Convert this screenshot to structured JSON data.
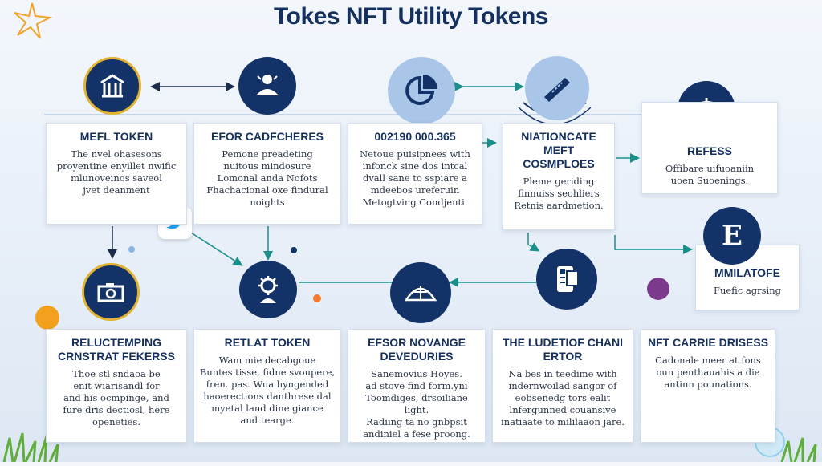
{
  "title": "Tokes NFT Utility Tokens",
  "colors": {
    "navy": "#133368",
    "gold": "#e0b431",
    "teal": "#1a8f8a",
    "accent_orange": "#f3a01f"
  },
  "top_row": [
    {
      "icon": "building-icon",
      "heading": "MEFL TOKEN",
      "lines": [
        "The nvel ohasesons",
        "proyentine enyillet nwific",
        "mlunoveinos saveol",
        "jvet deanment"
      ]
    },
    {
      "icon": "person-icon",
      "heading": "EFOR CADFCHERES",
      "lines": [
        "Pemone preadeting",
        "nuitous mindosure",
        "Lomonal anda Nofots",
        "Fhachacional oxe findural",
        "noights"
      ]
    },
    {
      "icon": "pie-chart-icon",
      "heading": "002190 000.365",
      "lines": [
        "Netoue puisipnees with",
        "infonck sine dos intcal",
        "dvall sane to sspiare a",
        "mdeebos ureferuin",
        "Metogtving Condjenti."
      ]
    },
    {
      "icon": "ticket-icon",
      "heading": "NIATIONCATE MEFT COSMPLOES",
      "lines": [
        "Pleme geriding",
        "finnuiss seohliers",
        "Retnis aardmetion."
      ]
    },
    {
      "icon": "dollar-icon",
      "heading": "REFESS",
      "lines": [
        "Offibare uifuoaniin",
        "uoen Suoenings."
      ]
    }
  ],
  "side_card": {
    "icon": "letter-e-icon",
    "heading": "MMILATOFE",
    "lines": [
      "Fuefic agrsing"
    ]
  },
  "bottom_row": [
    {
      "icon": "camera-icon",
      "heading": "RELUCTEMPING CRNSTRAT FEKERSS",
      "lines": [
        "Thoe stl sndaoa be",
        "enit wiarisandl for",
        "and his ocmpinge, and",
        "fure dris dectiosl, here",
        "openeties."
      ]
    },
    {
      "icon": "gear-person-icon",
      "heading": "RETLAT TOKEN",
      "lines": [
        "Wam mie decabgoue",
        "Buntes tisse, fidne svoupere,",
        "fren. pas. Wua hyngended",
        "haoerections danthrese dal",
        "myetal land dine giance",
        "and tearge."
      ]
    },
    {
      "icon": "network-icon",
      "heading": "EFSOR NOVANGE DEVEDURIES",
      "lines": [
        "Sanemovius Hoyes.",
        "ad stove find form.yni",
        "Toomdiges, drsoiliane light.",
        "Radiing ta no gnbpsit",
        "andiniel a fese proong."
      ]
    },
    {
      "icon": "device-icon",
      "heading": "THE LUDETIOF CHANI ERTOR",
      "lines": [
        "Na bes in teedime with",
        "indernwoilad sangor of",
        "eobsenedg tors ealit",
        "lnfergunned couansive",
        "inatiaate to mililaaon jare."
      ]
    },
    {
      "icon": "",
      "heading": "NFT CARRIE DRISESS",
      "lines": [
        "Cadonale meer at fons",
        "oun penthauahis a die",
        "antinn pounations."
      ]
    }
  ]
}
